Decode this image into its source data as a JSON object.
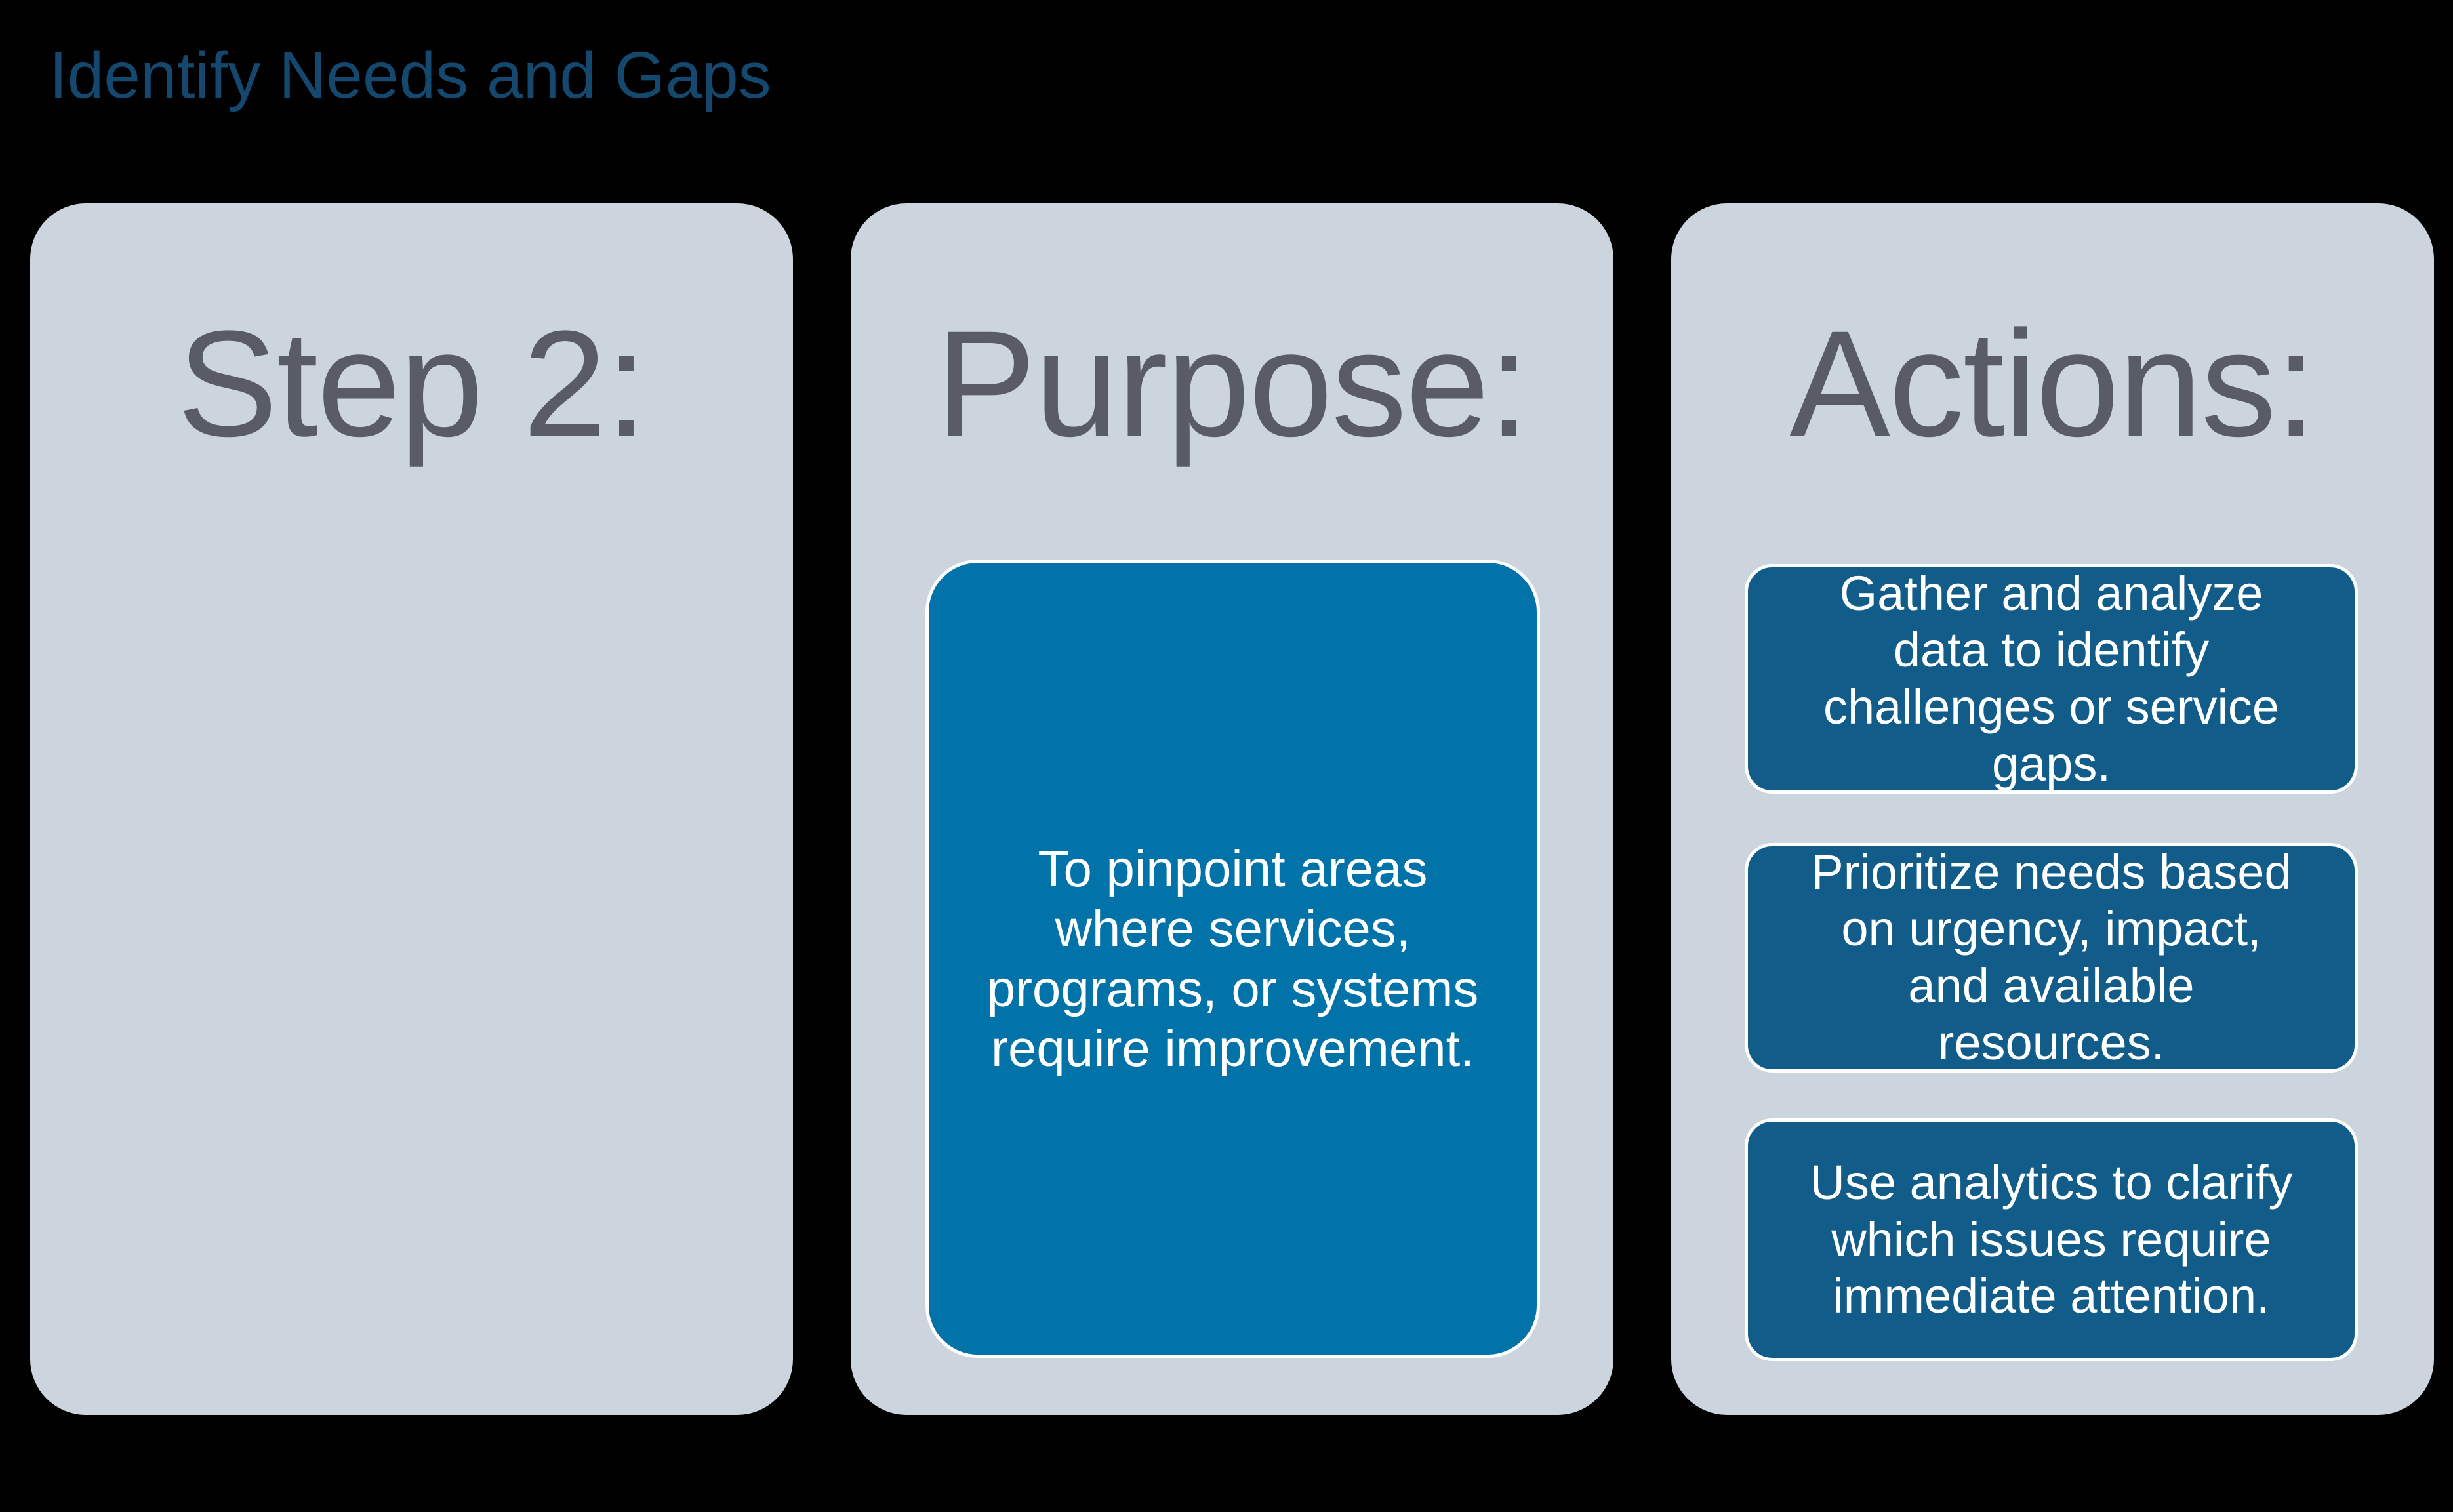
{
  "title": "Identify Needs and Gaps",
  "colors": {
    "background": "#000000",
    "card_background": "#ccd5de",
    "card_header_text": "#595c66",
    "title_text": "#15486e",
    "purpose_box_background": "#0173a8",
    "action_box_background": "#115c88",
    "inner_box_border": "#ffffff",
    "inner_box_text": "#ffffff"
  },
  "cards": [
    {
      "id": "step",
      "header": "Step 2:",
      "boxes": []
    },
    {
      "id": "purpose",
      "header": "Purpose:",
      "boxes": [
        "To pinpoint areas\nwhere services,\nprograms, or systems\nrequire improvement."
      ]
    },
    {
      "id": "actions",
      "header": "Actions:",
      "boxes": [
        "Gather and analyze\ndata to identify\nchallenges or service\ngaps.",
        "Prioritize needs based\non urgency, impact,\nand available\nresources.",
        "Use analytics to clarify\nwhich issues require\nimmediate attention."
      ]
    }
  ]
}
